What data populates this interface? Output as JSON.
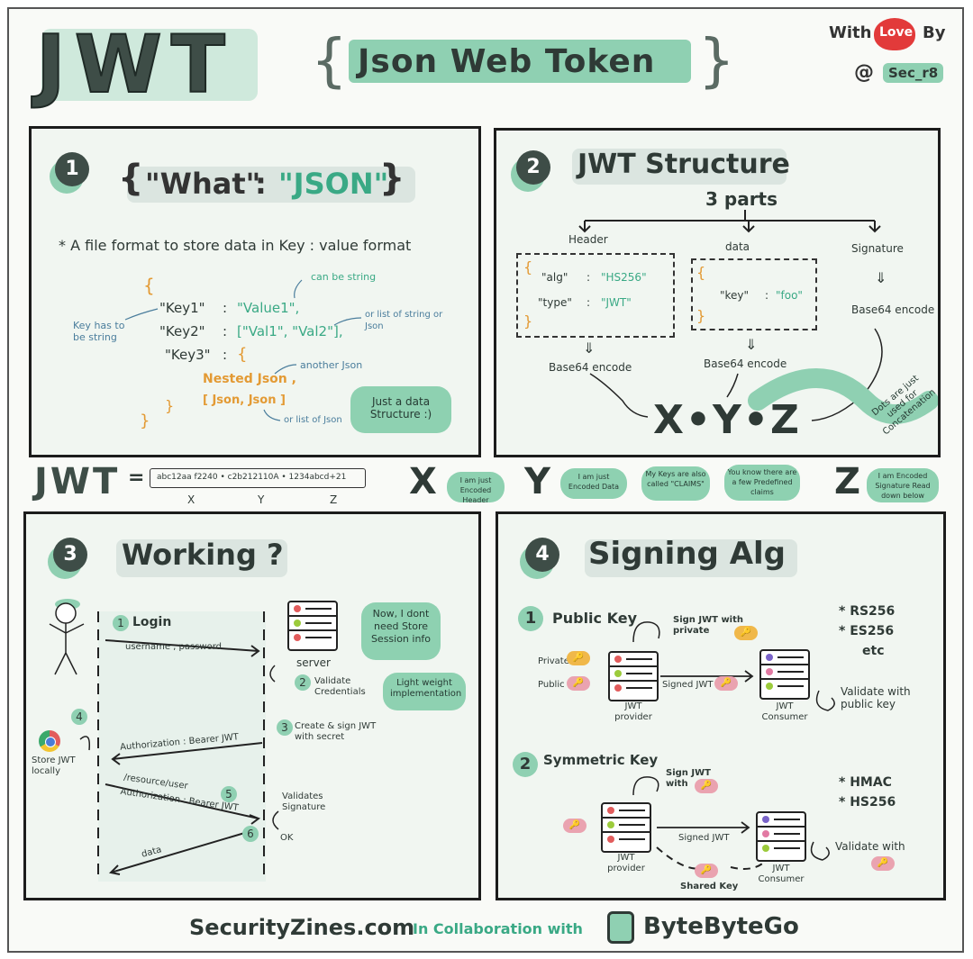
{
  "header": {
    "logo": "JWT",
    "title": "Json Web Token",
    "credit_with": "With",
    "credit_love": "Love",
    "credit_by": "By",
    "credit_at": "@",
    "credit_handle": "Sec_r8"
  },
  "panel1": {
    "number": "1",
    "title_open": "{",
    "title_key": "\"What\"",
    "title_colon": ":",
    "title_value": "\"JSON\"",
    "title_close": "}",
    "desc": "* A file format to store data in Key : value format",
    "note_string": "can be string",
    "note_key": "Key has to be string",
    "note_list": "or list of string or Json",
    "note_another": "another Json",
    "note_list_json": "or list of Json",
    "brace_open": "{",
    "key1": "\"Key1\"",
    "val1": "\"Value1\",",
    "key2": "\"Key2\"",
    "val2": "[\"Val1\", \"Val2\"],",
    "key3": "\"Key3\"",
    "brace3": "{",
    "nested": "Nested Json ,",
    "list": "[ Json, Json ]",
    "close_inner": "}",
    "close_outer": "}",
    "colon": ":",
    "bubble": "Just a data Structure :)"
  },
  "panel2": {
    "number": "2",
    "title": "JWT Structure",
    "parts": "3 parts",
    "header_label": "Header",
    "data_label": "data",
    "signature_label": "Signature",
    "header_brace_open": "{",
    "alg_key": "\"alg\"",
    "alg_val": "\"HS256\"",
    "type_key": "\"type\"",
    "type_val": "\"JWT\"",
    "header_brace_close": "}",
    "data_brace_open": "{",
    "data_key": "\"key\"",
    "data_val": "\"foo\"",
    "data_brace_close": "}",
    "colon": ":",
    "arrow_down": "⇓",
    "encode1": "Base64 encode",
    "encode2": "Base64 encode",
    "encode3": "Base64 encode",
    "xyz": "X•Y•Z",
    "dots_note": "Dots are just used for Concatenation"
  },
  "jwt_strip": {
    "label": "JWT",
    "equals": "=",
    "token": "abc12aa f2240 • c2b212110A • 1234abcd+21",
    "x": "X",
    "y": "Y",
    "z": "Z",
    "big_x": "X",
    "x_note": "I am just Encoded Header",
    "big_y": "Y",
    "y_note": "I am just Encoded Data",
    "claims_note": "My Keys are also called \"CLAIMS\"",
    "predefined_note": "You know there are a few Predefined claims",
    "big_z": "Z",
    "z_note": "I am Encoded Signature Read down below"
  },
  "panel3": {
    "number": "3",
    "title": "Working ?",
    "step1_num": "1",
    "step1": "Login",
    "step1_sub": "username , password",
    "server": "server",
    "bubble1": "Now, I dont need Store Session info",
    "step2_num": "2",
    "step2": "Validate Credentials",
    "bubble2": "Light weight implementation",
    "step3_num": "3",
    "step3": "Create & sign JWT with secret",
    "auth_back": "Authorization : Bearer JWT",
    "step4_num": "4",
    "store": "Store JWT locally",
    "step5_num": "5",
    "resource": "/resource/user",
    "auth_send": "Authorization : Bearer JWT",
    "validates": "Validates Signature",
    "ok": "OK",
    "step6_num": "6",
    "data": "data"
  },
  "panel4": {
    "number": "4",
    "title": "Signing Alg",
    "pk_num": "1",
    "pk_title": "Public Key",
    "sign_pk": "Sign JWT with private",
    "algs_pk_1": "* RS256",
    "algs_pk_2": "* ES256",
    "algs_pk_3": "etc",
    "private": "Private",
    "public": "Public",
    "signed_jwt_pk": "Signed JWT +",
    "provider1": "JWT provider",
    "consumer1": "JWT Consumer",
    "validate_pk": "Validate with public key",
    "sk_num": "2",
    "sk_title": "Symmetric Key",
    "sign_sk": "Sign JWT with",
    "algs_sk_1": "* HMAC",
    "algs_sk_2": "* HS256",
    "signed_jwt_sk": "Signed JWT",
    "provider2": "JWT provider",
    "consumer2": "JWT Consumer",
    "validate_sk": "Validate with",
    "shared_key": "Shared Key"
  },
  "footer": {
    "site": "SecurityZines.com",
    "collab": "In Collaboration with",
    "partner": "ByteByteGo"
  },
  "colors": {
    "mint": "#8fd0b2",
    "teal_text": "#3aa985",
    "orange_text": "#e39a34",
    "dark": "#3e4d47"
  }
}
